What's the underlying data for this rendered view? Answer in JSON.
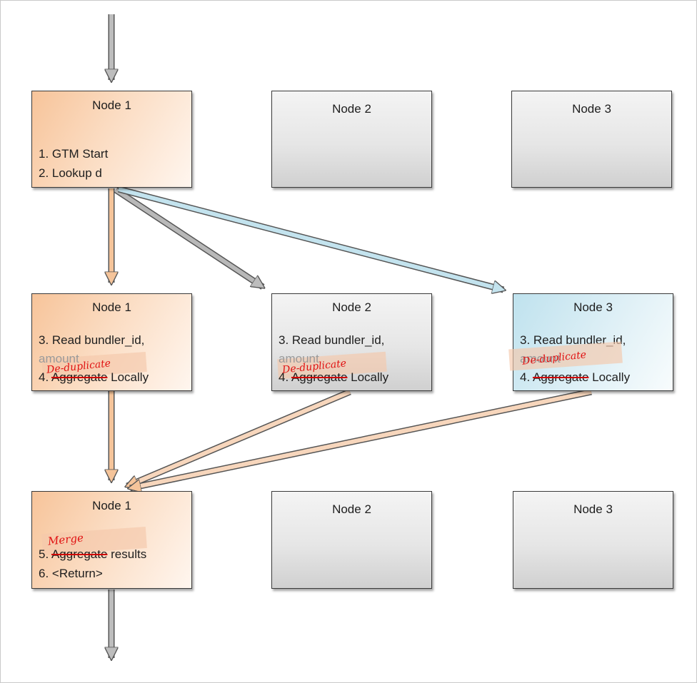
{
  "row1": {
    "node1": {
      "title": "Node 1",
      "lines": [
        "1. GTM Start",
        "2. Lookup d"
      ]
    },
    "node2": {
      "title": "Node 2"
    },
    "node3": {
      "title": "Node 3"
    }
  },
  "row2": {
    "node1": {
      "title": "Node 1",
      "line3": "3. Read bundler_id,",
      "line_amount": "amount",
      "line4_prefix": "4. ",
      "line4_struck": "Aggregate",
      "line4_suffix": " Locally",
      "annotation": "De-duplicate"
    },
    "node2": {
      "title": "Node 2",
      "line3": "3. Read bundler_id,",
      "line_amount": "amount",
      "line4_prefix": "4. ",
      "line4_struck": "Aggregate",
      "line4_suffix": " Locally",
      "annotation": "De-duplicate"
    },
    "node3": {
      "title": "Node 3",
      "line3": "3. Read bundler_id,",
      "line_amount": "amount",
      "line4_prefix": "4. ",
      "line4_struck": "Aggregate",
      "line4_suffix": " Locally",
      "annotation": "De-duplicate"
    }
  },
  "row3": {
    "node1": {
      "title": "Node 1",
      "line5_prefix": "5. ",
      "line5_struck": "Aggregate",
      "line5_suffix": " results",
      "line6": "6. <Return>",
      "annotation": "Merge"
    },
    "node2": {
      "title": "Node 2"
    },
    "node3": {
      "title": "Node 3"
    }
  },
  "colors": {
    "orange_node": "#f9cfa9",
    "gray_node": "#e4e4e4",
    "blue_node": "#d6edf4",
    "orange_arrow": "#f5c49a",
    "gray_arrow": "#b8b8b8",
    "blue_arrow": "#c3e3ee",
    "annotation": "#e01010"
  }
}
